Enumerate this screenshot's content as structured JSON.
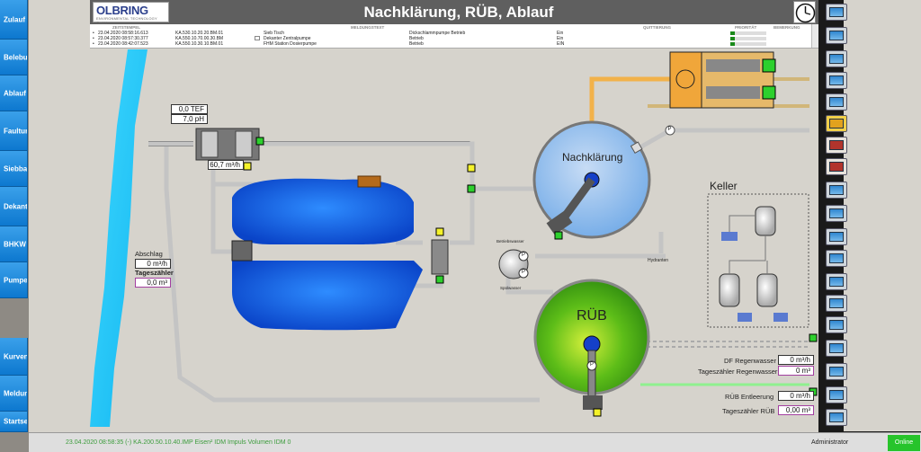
{
  "header": {
    "logo_main": "OLBRING",
    "logo_sub": "ENVIRONMENTAL TECHNOLOGY GmbH",
    "title": "Nachklärung, RÜB, Ablauf"
  },
  "nav": [
    {
      "label": "Zulauf"
    },
    {
      "label": "Belebung"
    },
    {
      "label": "Ablauf"
    },
    {
      "label": "Faulturm"
    },
    {
      "label": "Siebband"
    },
    {
      "label": "Dekanter"
    },
    {
      "label": "BHKW"
    },
    {
      "label": "Pumpen"
    },
    {
      "label": "Kurven"
    },
    {
      "label": "Meldungen"
    },
    {
      "label": "Startseite"
    }
  ],
  "alarms": {
    "headers": {
      "time": "ZEITSTEMPEL",
      "text": "MELDUNGSTEXT",
      "ack": "QUITTIERUNG",
      "prio": "PRIORITÄT",
      "note": "BEMERKUNG"
    },
    "rows": [
      {
        "time": "23.04.2020 08:58:16.613",
        "tag": "KA.530.10.20.20.BM.01",
        "name": "Sieb Tisch",
        "text": "Dickschlammpumpe Betrieb",
        "state": "Ein"
      },
      {
        "time": "23.04.2020 08:57:30.377",
        "tag": "KA.550.10.70.00.30.BM",
        "name": "Dekanter Zentralpumpe",
        "text": "Betrieb",
        "state": "Ein"
      },
      {
        "time": "23.04.2020 08:42:07.523",
        "tag": "KA.550.10.30.10.BM.01",
        "name": "FHM Station Dosierpumpe",
        "text": "Betrieb",
        "state": "EIN"
      }
    ]
  },
  "process": {
    "tef": "0,0 TEF",
    "ph": "7,0 pH",
    "flow_main": "60,7 m³/h",
    "abschlag_label": "Abschlag",
    "abschlag_value": "0 m³/h",
    "tageszaehler_label": "Tageszähler",
    "tageszaehler_value": "0,0 m³",
    "nachklaerung": "Nachklärung",
    "rueb": "RÜB",
    "keller": "Keller",
    "betriebswasser": "Betriebswasser",
    "spuelwasser": "Spülwasser",
    "hydranten": "Hydranten",
    "df_regen_label": "DF Regenwasser",
    "df_regen_value": "0 m³/h",
    "tz_regen_label": "Tageszähler Regenwasser",
    "tz_regen_value": "0 m³",
    "rueb_entl_label": "RÜB Entleerung",
    "rueb_entl_value": "0 m³/h",
    "tz_rueb_label": "Tageszähler RÜB",
    "tz_rueb_value": "0,00 m³",
    "pump_label": "P"
  },
  "status": {
    "message": "23.04.2020 08:58:35 (-) KA.200.50.10.40.IMP Eisen² IDM Impuls Volumen IDM 0",
    "user": "Administrator",
    "online": "Online"
  },
  "colors": {
    "nav_blue": "#1584dc",
    "water_blue": "#1f6fe8",
    "clarifier_blue": "#9ec6ef",
    "rueb_green": "#49b51b",
    "online_green": "#27c42b",
    "pipe_orange": "#f2b24a"
  }
}
